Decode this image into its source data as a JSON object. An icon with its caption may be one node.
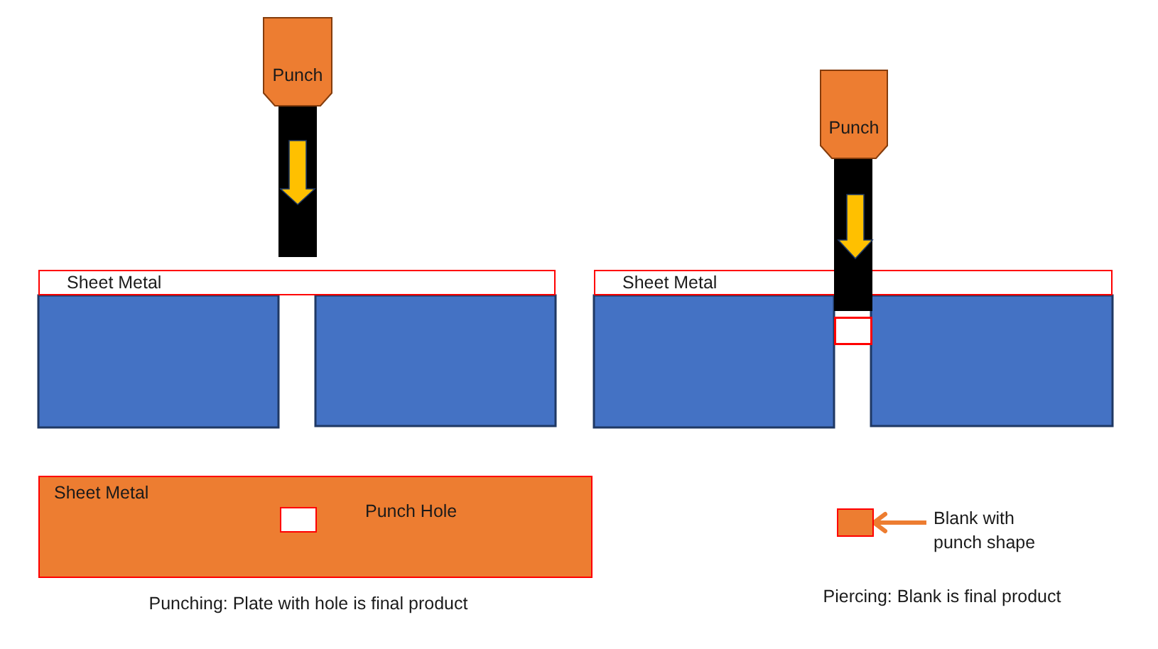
{
  "diagram": {
    "nodes": [
      {
        "text": [
          "Punch"
        ]
      },
      {
        "text": [
          "Sheet Metal"
        ]
      },
      {
        "text": [
          "Punch"
        ]
      },
      {
        "text": [
          "Sheet Metal"
        ]
      },
      {
        "text": [
          "Sheet Metal"
        ]
      },
      {
        "text": [],
        "shape": "box",
        "in": 4,
        "beside": [
          "Punch Hole"
        ]
      },
      {
        "text": [],
        "shape": "box"
      },
      {
        "text": [
          "Blank with punch shape"
        ]
      }
    ],
    "edges": [
      {
        "from": 7,
        "to": 6,
        "arrow": "to",
        "color": "#ed7d31"
      }
    ],
    "labels": [
      "Punching: Plate with hole is final product",
      "Piercing: Blank is final product"
    ]
  }
}
